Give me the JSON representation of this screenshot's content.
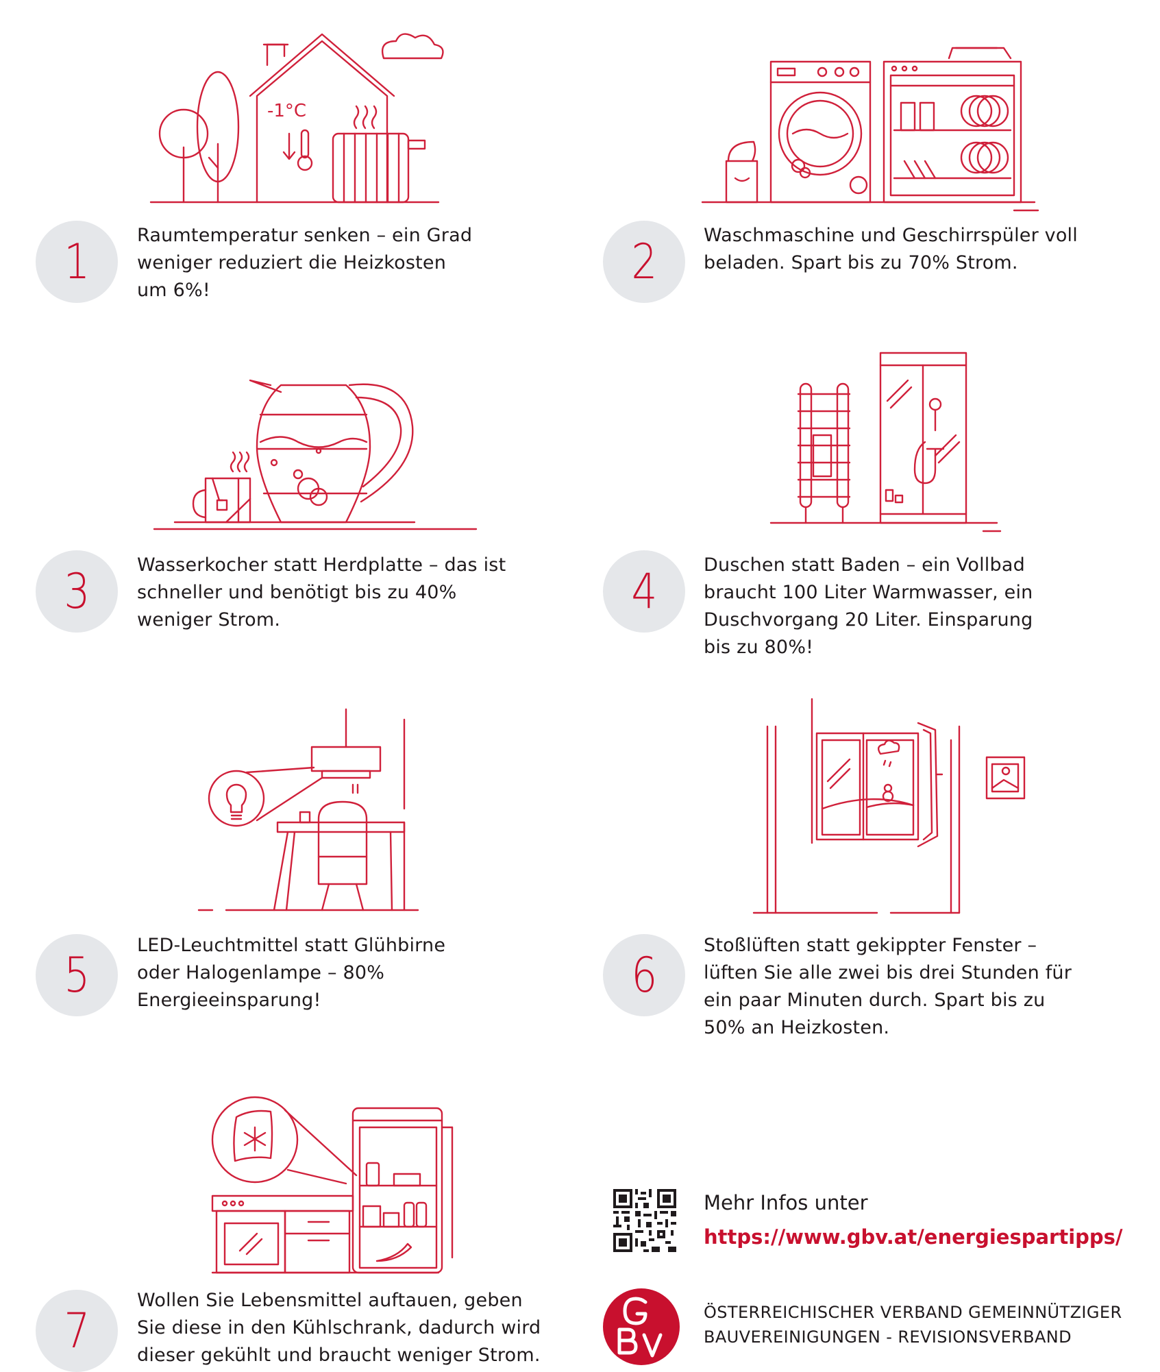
{
  "tips": [
    {
      "number": "1",
      "text": "Raumtemperatur senken – ein Grad\nweniger reduziert die Heizkosten\num 6%!"
    },
    {
      "number": "2",
      "text": "Waschmaschine und Geschirrspüler voll\nbeladen. Spart bis zu 70% Strom."
    },
    {
      "number": "3",
      "text": "Wasserkocher statt Herdplatte – das ist\nschneller und benötigt bis zu 40%\nweniger Strom."
    },
    {
      "number": "4",
      "text": "Duschen statt Baden – ein Vollbad\nbraucht 100 Liter Warmwasser, ein\nDuschvorgang 20 Liter. Einsparung\nbis zu 80%!"
    },
    {
      "number": "5",
      "text": "LED-Leuchtmittel statt Glühbirne\noder Halogenlampe – 80%\nEnergieeinsparung!"
    },
    {
      "number": "6",
      "text": "Stoßlüften statt gekippter Fenster –\nlüften Sie alle zwei bis drei Stunden für\nein paar Minuten durch. Spart bis zu\n50% an Heizkosten."
    },
    {
      "number": "7",
      "text": "Wollen Sie Lebensmittel auftauen, geben\nSie diese in den Kühlschrank, dadurch wird\ndieser gekühlt und braucht weniger Strom."
    }
  ],
  "illustrations": {
    "house_temperature_label": "-1°C"
  },
  "footer": {
    "more_info_label": "Mehr Infos unter",
    "more_info_url": "https://www.gbv.at/energiespartipps/",
    "logo_letters": "GBV",
    "organization": "ÖSTERREICHISCHER VERBAND GEMEINNÜTZIGER\nBAUVEREINIGUNGEN - REVISIONSVERBAND"
  },
  "colors": {
    "accent": "#c8102e",
    "badge_background": "#e5e7ea",
    "text": "#1f1a1c"
  },
  "icons": [
    "house-heating-icon",
    "appliances-icon",
    "kettle-icon",
    "shower-icon",
    "desk-lamp-icon",
    "window-icon",
    "fridge-icon",
    "qr-code-icon",
    "gbv-logo-icon"
  ]
}
